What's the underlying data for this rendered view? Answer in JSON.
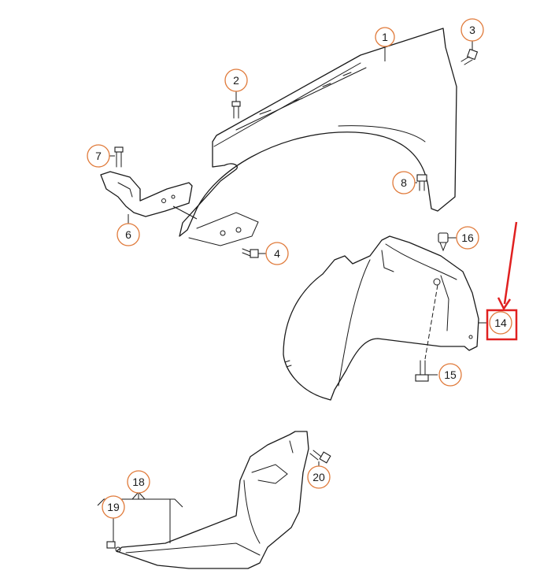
{
  "callouts": {
    "c1": "1",
    "c2": "2",
    "c3": "3",
    "c4": "4",
    "c6": "6",
    "c7": "7",
    "c8": "8",
    "c14": "14",
    "c15": "15",
    "c16": "16",
    "c18": "18",
    "c19": "19",
    "c20": "20"
  },
  "highlight": {
    "target_callout": "14",
    "color": "#e02020"
  },
  "colors": {
    "callout_ring": "#e07a3a",
    "line": "#1a1a1a",
    "background": "#ffffff"
  }
}
